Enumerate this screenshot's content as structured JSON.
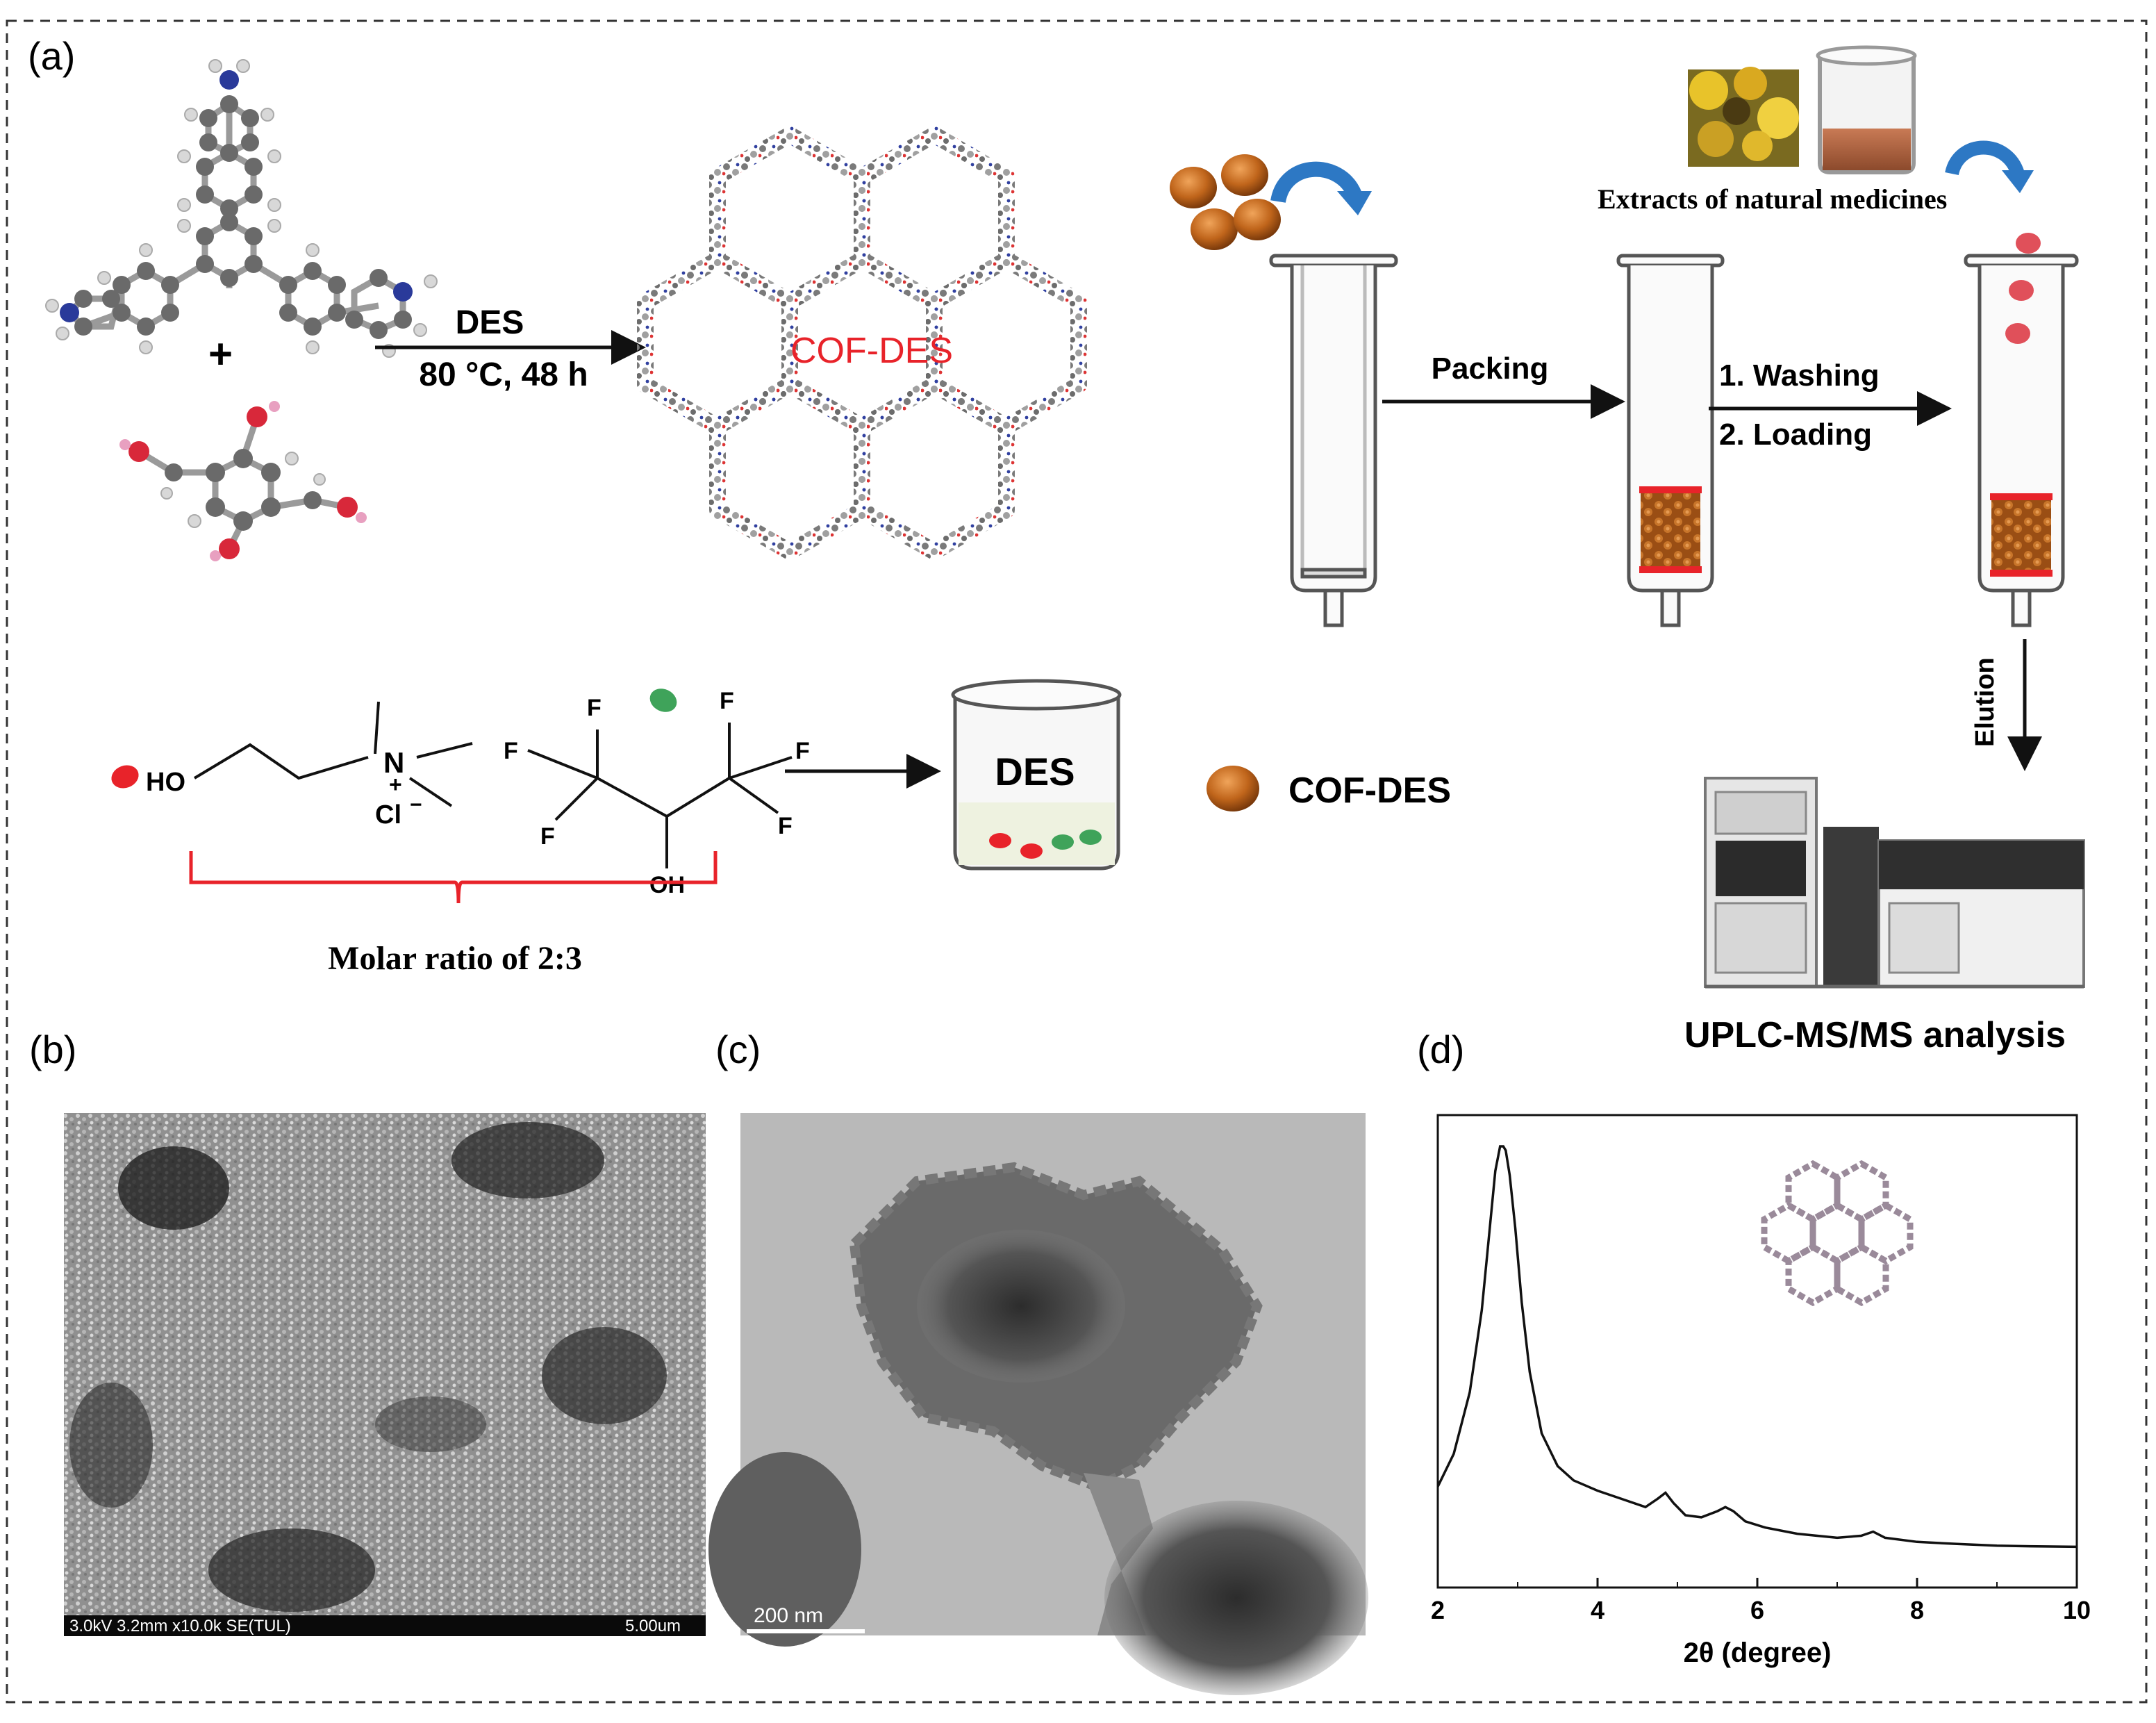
{
  "panels": {
    "a": "(a)",
    "b": "(b)",
    "c": "(c)",
    "d": "(d)"
  },
  "synthesis": {
    "plus": "+",
    "arrow_top": "DES",
    "arrow_bottom": "80 °C, 48 h",
    "cof_label": "COF-DES"
  },
  "spe": {
    "extract_label": "Extracts of natural medicines",
    "packing": "Packing",
    "washing": "1. Washing",
    "loading": "2.  Loading",
    "elution": "Elution",
    "uplc": "UPLC-MS/MS analysis"
  },
  "des": {
    "atoms": {
      "ho": "HO",
      "n": "N",
      "plus": "+",
      "cl": "Cl",
      "minus": "−",
      "oh": "OH",
      "f": "F"
    },
    "beaker_label": "DES",
    "molar_ratio": "Molar ratio  of 2:3",
    "legend_label": "COF-DES"
  },
  "sem": {
    "info": "3.0kV 3.2mm x10.0k SE(TUL)",
    "scale": "5.00um"
  },
  "tem": {
    "scale": "200 nm"
  },
  "colors": {
    "red": "#e8232a",
    "arrow_blue": "#2d78c4",
    "cof_brown": "#b8651c",
    "cof_gray": "#8c8c8c",
    "nitrogen_blue": "#2a3a9a",
    "oxygen_red": "#d8283a",
    "green": "#3fa35a"
  },
  "chart_data": {
    "type": "line",
    "xlabel": "2θ (degree)",
    "ylabel": "",
    "xlim": [
      2,
      10
    ],
    "xticks": [
      2,
      4,
      6,
      8,
      10
    ],
    "y_ticks_labeled": false,
    "grid": false,
    "series": [
      {
        "x": [
          2.0,
          2.2,
          2.4,
          2.55,
          2.65,
          2.72,
          2.78,
          2.82,
          2.85,
          2.9,
          2.97,
          3.05,
          3.15,
          3.3,
          3.5,
          3.7,
          4.0,
          4.3,
          4.6,
          4.75,
          4.85,
          4.95,
          5.1,
          5.3,
          5.5,
          5.6,
          5.7,
          5.85,
          6.1,
          6.5,
          7.0,
          7.3,
          7.45,
          7.6,
          8.0,
          8.5,
          9.0,
          9.5,
          10.0
        ],
        "y": [
          0.17,
          0.25,
          0.4,
          0.6,
          0.8,
          0.94,
          1.0,
          1.0,
          0.99,
          0.93,
          0.8,
          0.62,
          0.45,
          0.3,
          0.22,
          0.185,
          0.16,
          0.14,
          0.12,
          0.14,
          0.155,
          0.13,
          0.1,
          0.095,
          0.11,
          0.12,
          0.11,
          0.085,
          0.07,
          0.055,
          0.045,
          0.05,
          0.06,
          0.045,
          0.035,
          0.03,
          0.026,
          0.024,
          0.023
        ]
      }
    ]
  }
}
